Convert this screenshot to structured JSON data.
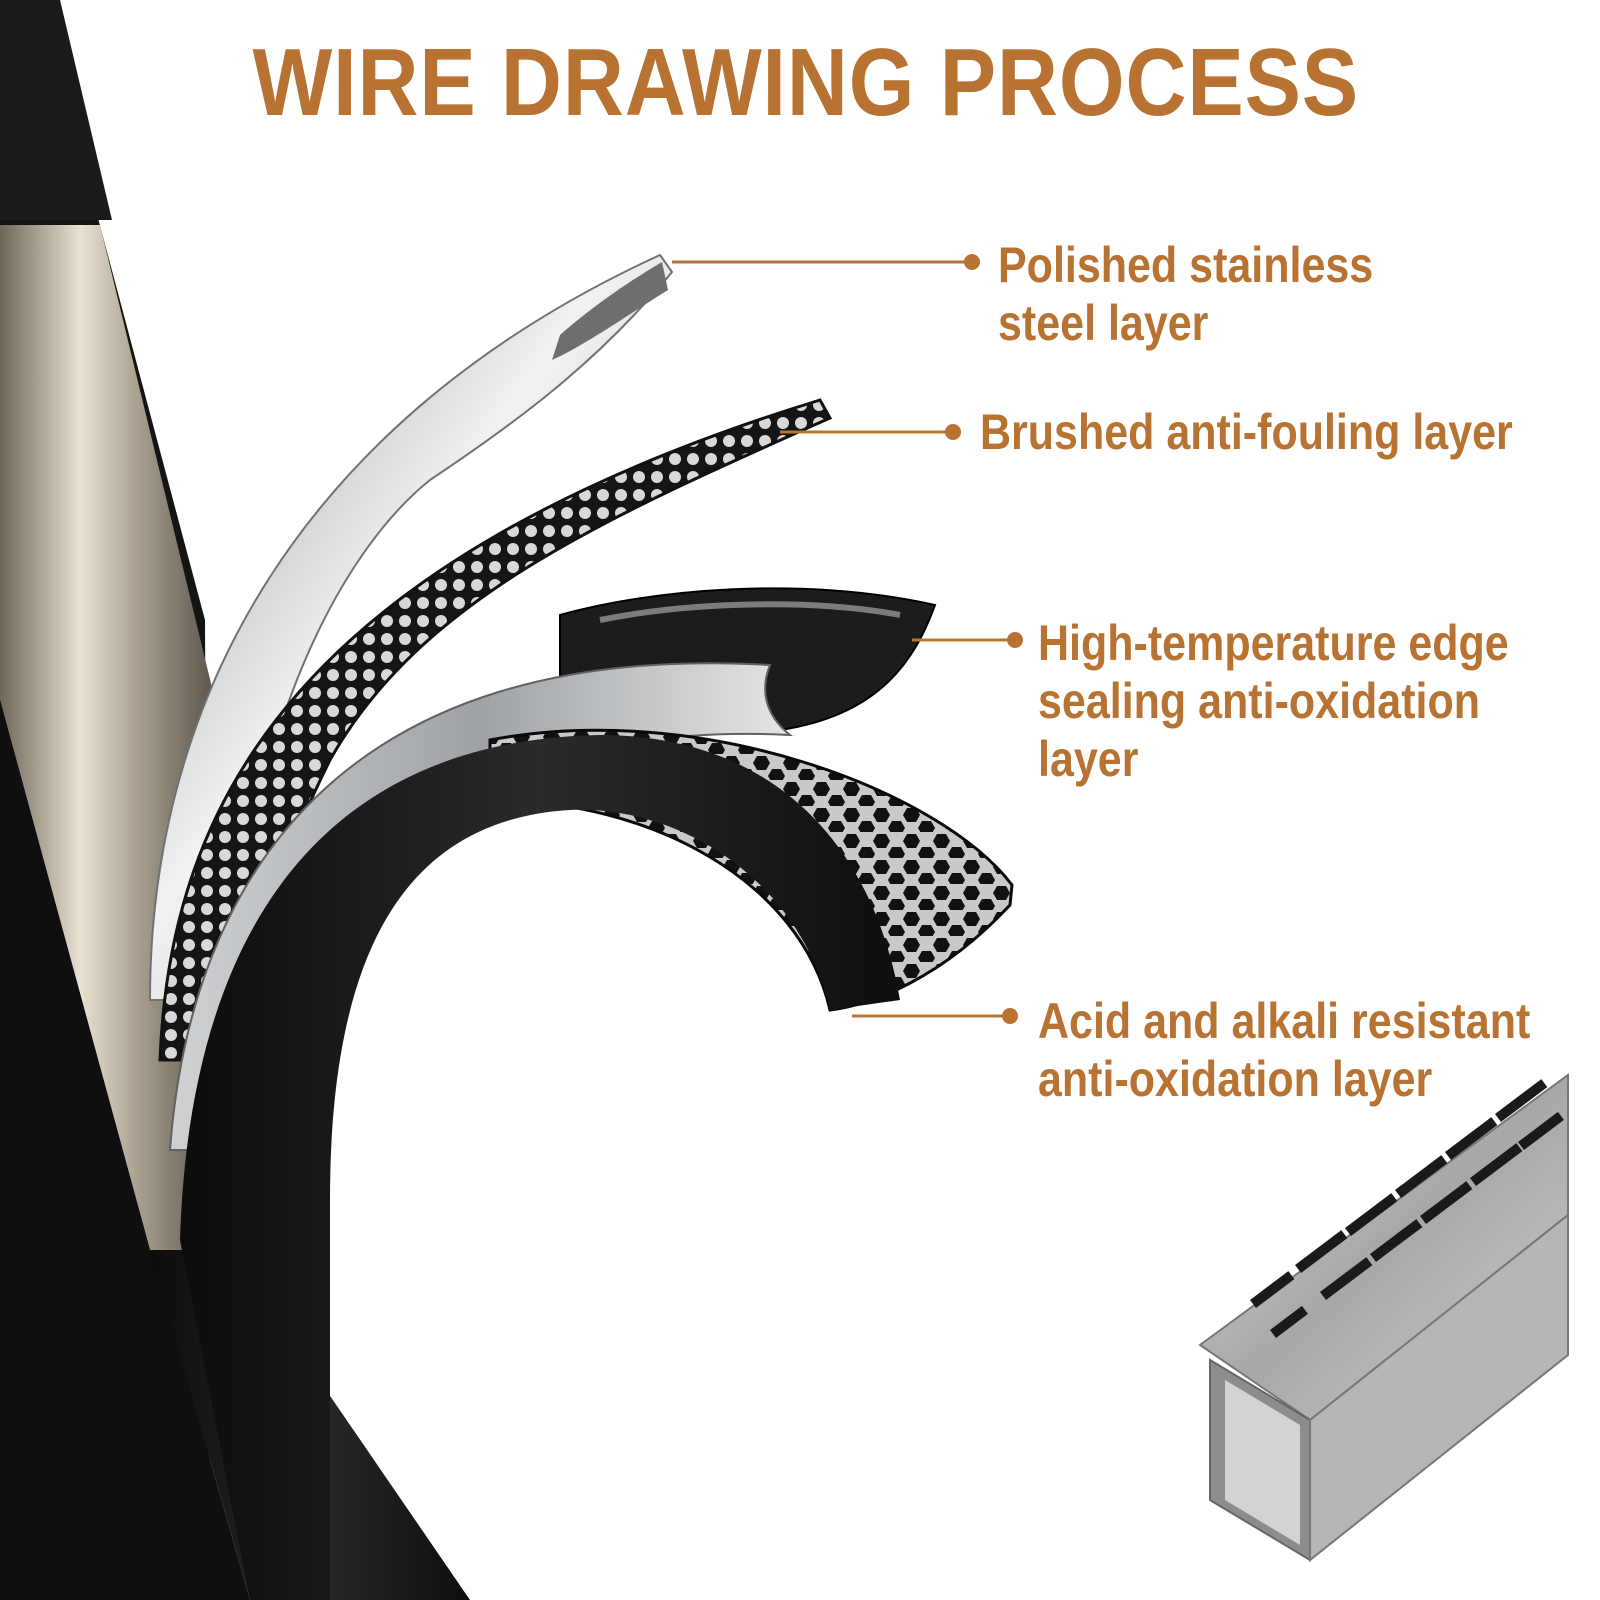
{
  "title": "WIRE DRAWING PROCESS",
  "colors": {
    "accent": "#b87333",
    "dark": "#1b1b1b",
    "steel": "#bfc1c3",
    "background": "#ffffff"
  },
  "layers": [
    {
      "lines": [
        "Polished stainless",
        "steel layer"
      ]
    },
    {
      "lines": [
        "Brushed anti-fouling layer"
      ]
    },
    {
      "lines": [
        "High-temperature edge",
        "sealing anti-oxidation",
        "layer"
      ]
    },
    {
      "lines": [
        "Acid and alkali resistant",
        "anti-oxidation layer"
      ]
    }
  ]
}
